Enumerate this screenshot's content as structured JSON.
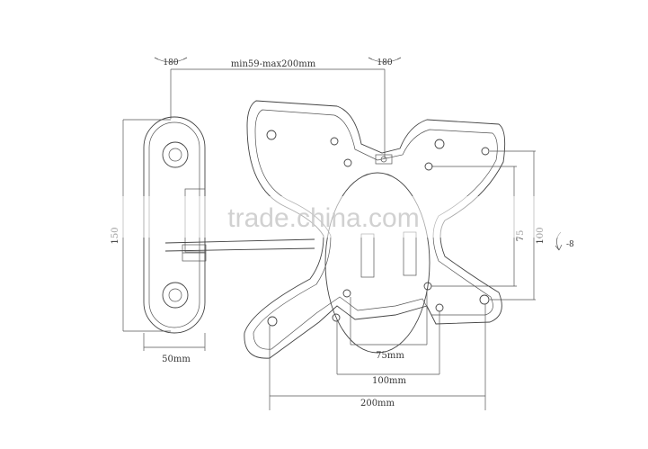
{
  "watermark": "trade.china.com",
  "dimensions": {
    "swivel_left": "180",
    "swivel_right": "180",
    "arm_extension": "min59-max200mm",
    "wall_plate_height": "150",
    "wall_plate_width": "50mm",
    "vesa_h_75": "75mm",
    "vesa_h_100": "100mm",
    "vesa_h_200": "200mm",
    "vesa_v_75": "75",
    "vesa_v_100": "100",
    "tilt": "-8"
  }
}
